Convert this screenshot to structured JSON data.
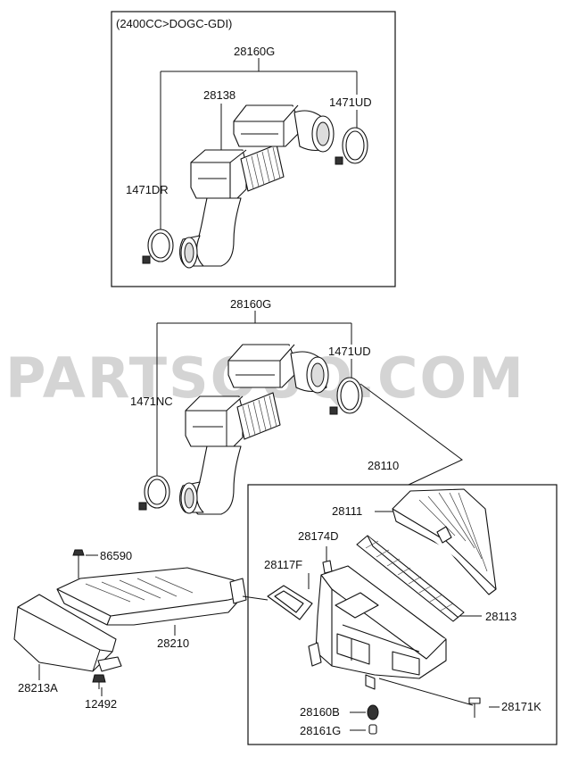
{
  "watermark": "PARTSOUQ.COM",
  "diagram": {
    "top_box": {
      "engine_label": "(2400CC>DOGC-GDI)",
      "labels": {
        "hose_assy": "28160G",
        "resonator": "28138",
        "clamp_right": "1471UD",
        "clamp_left": "1471DR"
      }
    },
    "middle": {
      "labels": {
        "hose_assy": "28160G",
        "clamp_right": "1471UD",
        "clamp_left": "1471NC"
      }
    },
    "air_cleaner_box": {
      "labels": {
        "assy": "28110",
        "cover": "28111",
        "clip": "28174D",
        "gasket": "28117F",
        "element": "28113",
        "insulator": "28160B",
        "collar": "28161G",
        "bolt": "28171K"
      }
    },
    "duct": {
      "labels": {
        "screw": "86590",
        "duct": "28210",
        "guard": "28213A",
        "bolt": "12492"
      }
    }
  }
}
